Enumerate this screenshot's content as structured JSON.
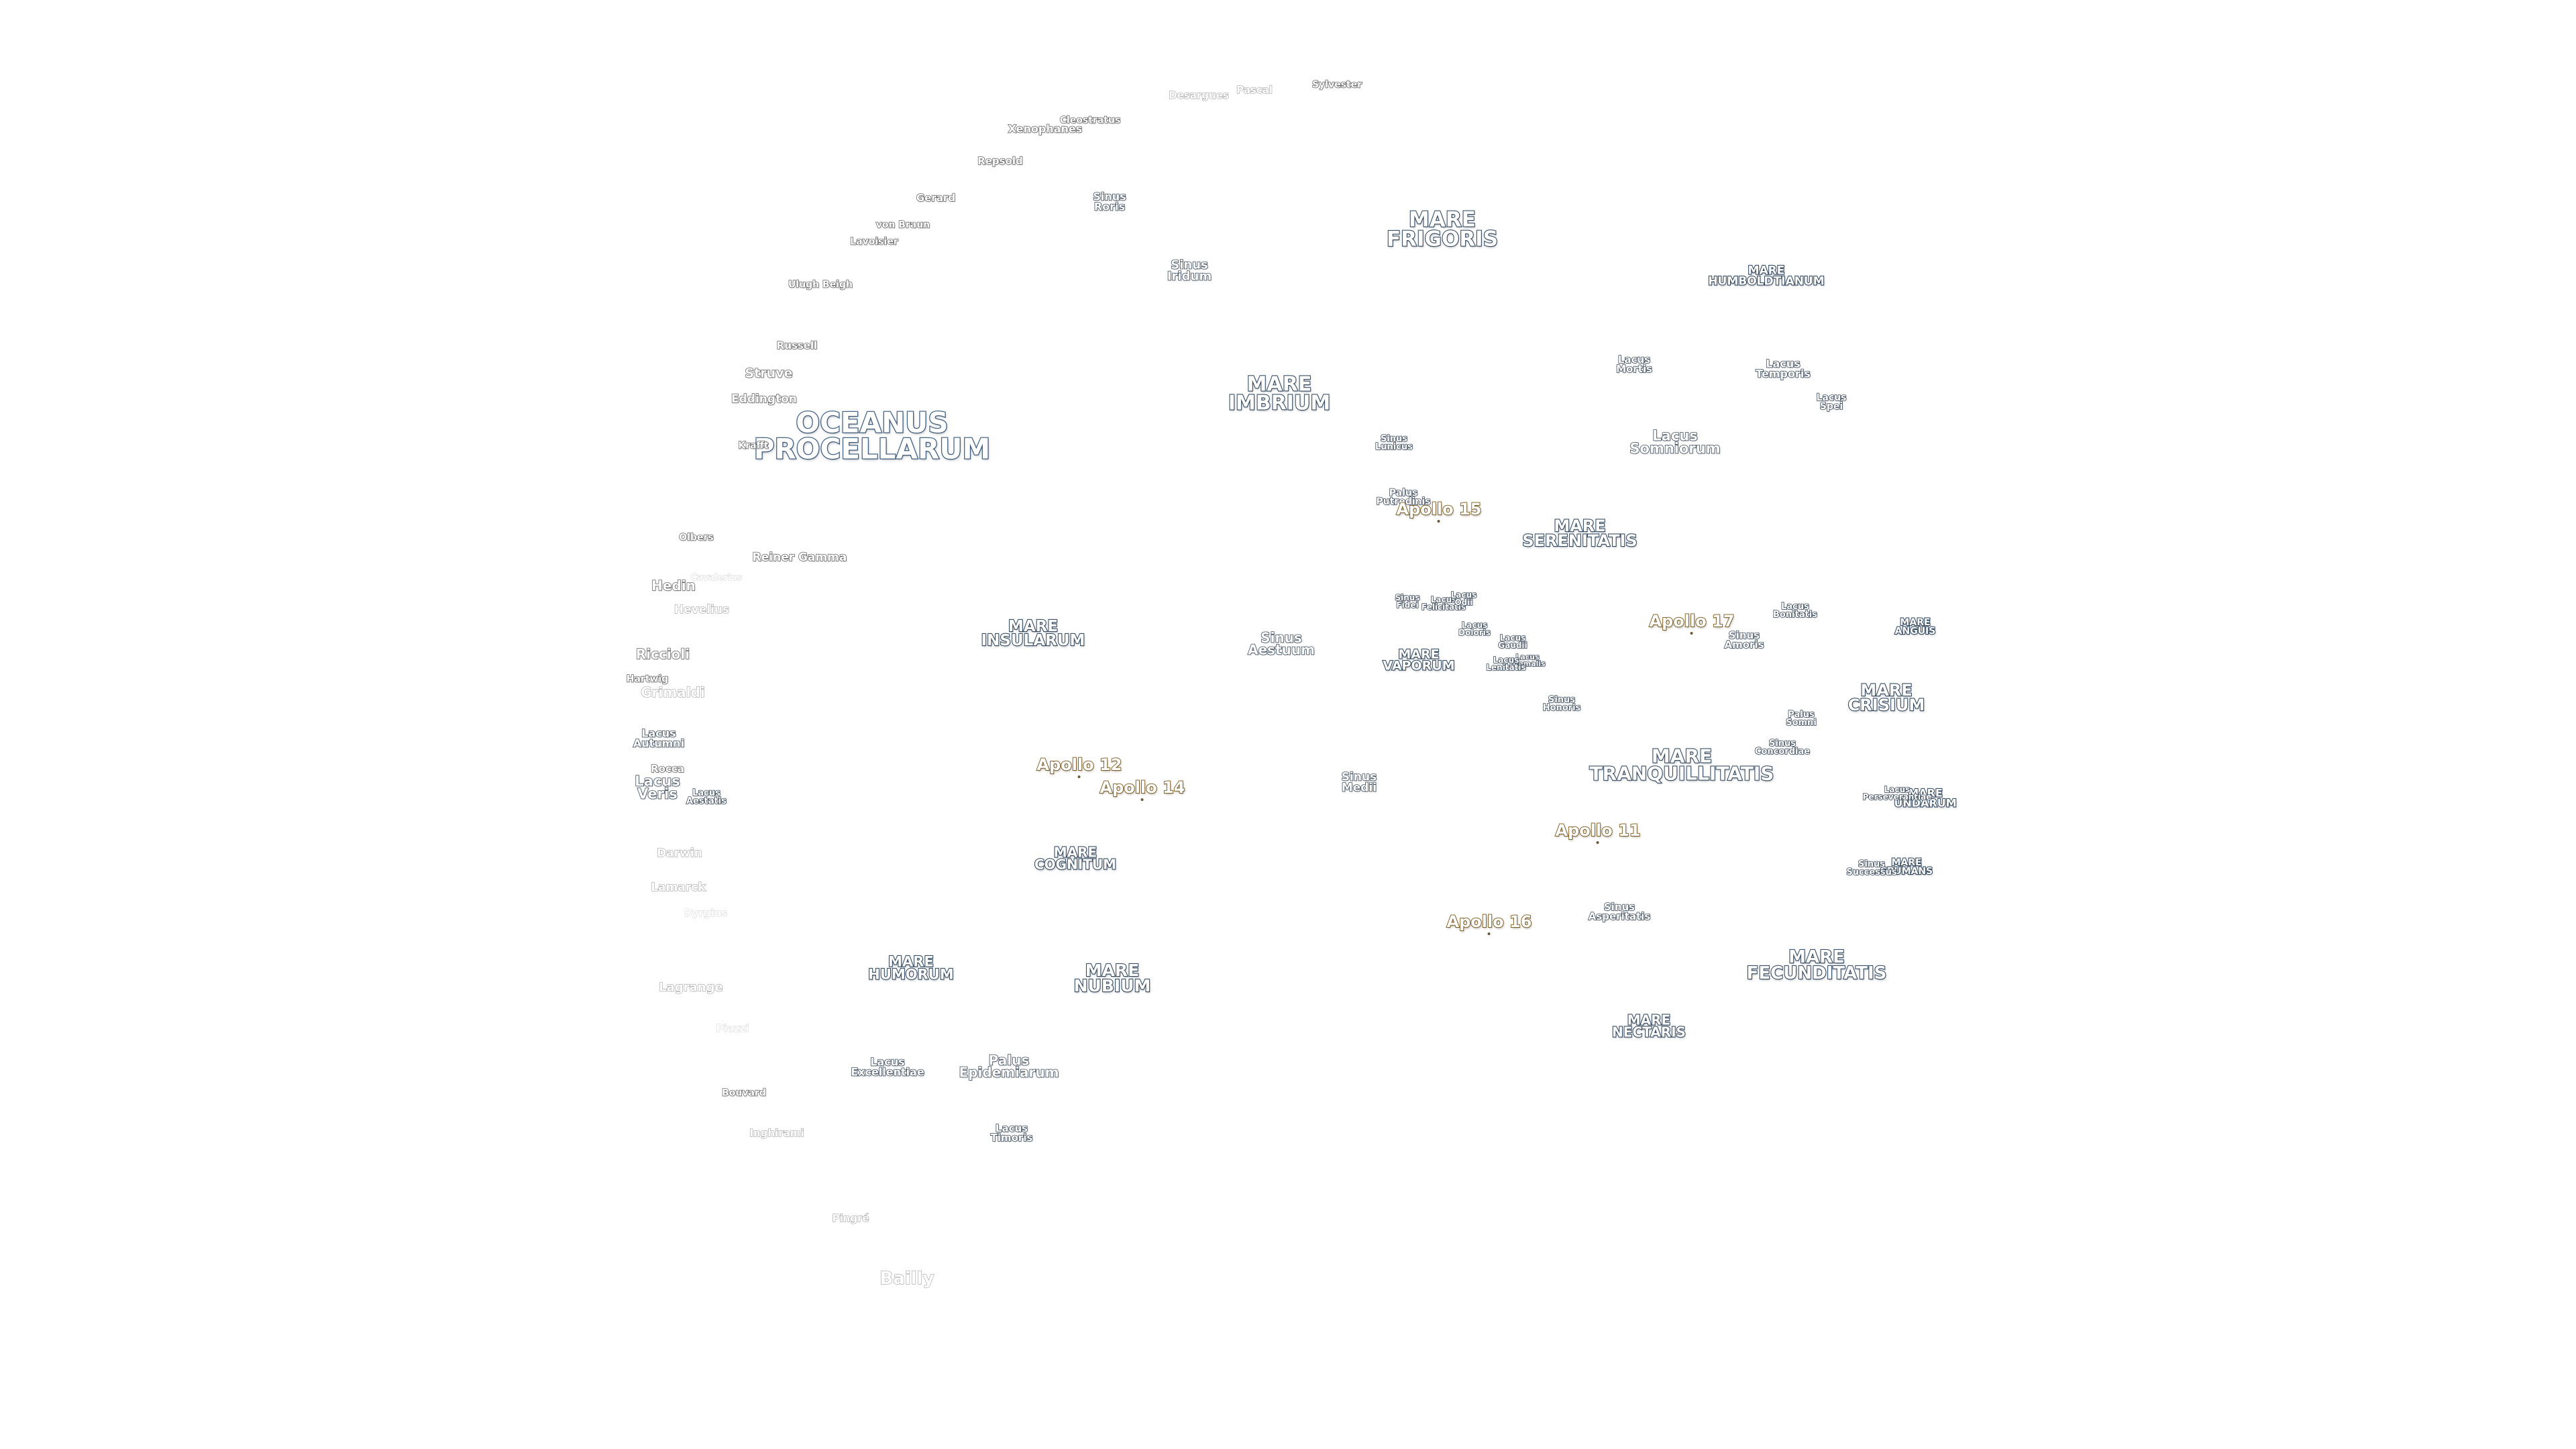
{
  "colors": {
    "background": "#ffffff",
    "mare_outline": "#3b5268",
    "ocean_outline": "#4a6a8c",
    "feature_outline": "#3e4e5e",
    "crater_outline": "#666666",
    "apollo_outline": "#8a6a2e"
  },
  "ocean": [
    {
      "id": "oceanus-procellarum",
      "text": "OCEANUS\nPROCELLARUM"
    }
  ],
  "maria": [
    {
      "id": "mare-frigoris",
      "text": "MARE\nFRIGORIS"
    },
    {
      "id": "mare-imbrium",
      "text": "MARE\nIMBRIUM"
    },
    {
      "id": "mare-serenitatis",
      "text": "MARE\nSERENITATIS"
    },
    {
      "id": "mare-tranquillitatis",
      "text": "MARE\nTRANQUILLITATIS"
    },
    {
      "id": "mare-crisium",
      "text": "MARE\nCRISIUM"
    },
    {
      "id": "mare-fecunditatis",
      "text": "MARE\nFECUNDITATIS"
    },
    {
      "id": "mare-nectaris",
      "text": "MARE\nNECTARIS"
    },
    {
      "id": "mare-nubium",
      "text": "MARE\nNUBIUM"
    },
    {
      "id": "mare-humorum",
      "text": "MARE\nHUMORUM"
    },
    {
      "id": "mare-cognitum",
      "text": "MARE\nCOGNITUM"
    },
    {
      "id": "mare-insularum",
      "text": "MARE\nINSULARUM"
    },
    {
      "id": "mare-vaporum",
      "text": "MARE\nVAPORUM"
    },
    {
      "id": "mare-humboldtianum",
      "text": "MARE\nHUMBOLDTIANUM"
    },
    {
      "id": "mare-anguis",
      "text": "MARE\nANGUIS"
    },
    {
      "id": "mare-undarum",
      "text": "MARE\nUNDARUM"
    },
    {
      "id": "mare-spumans",
      "text": "MARE\nSPUMANS"
    }
  ],
  "features": [
    {
      "id": "sinus-roris",
      "text": "Sinus\nRoris"
    },
    {
      "id": "sinus-iridum",
      "text": "Sinus\nIridum"
    },
    {
      "id": "sinus-lunicus",
      "text": "Sinus\nLunicus"
    },
    {
      "id": "palus-putredinis",
      "text": "Palus\nPutredinis"
    },
    {
      "id": "lacus-mortis",
      "text": "Lacus\nMortis"
    },
    {
      "id": "lacus-temporis",
      "text": "Lacus\nTemporis"
    },
    {
      "id": "lacus-spei",
      "text": "Lacus\nSpei"
    },
    {
      "id": "lacus-somniorum",
      "text": "Lacus\nSomniorum"
    },
    {
      "id": "sinus-fidei",
      "text": "Sinus\nFidei"
    },
    {
      "id": "lacus-felicitatis",
      "text": "Lacus\nFelicitatis"
    },
    {
      "id": "lacus-odii",
      "text": "Lacus\nOdii"
    },
    {
      "id": "lacus-doloris",
      "text": "Lacus\nDoloris"
    },
    {
      "id": "lacus-gaudii",
      "text": "Lacus\nGaudii"
    },
    {
      "id": "lacus-hiemalis",
      "text": "Lacus\nHiemalis"
    },
    {
      "id": "lacus-lenitatis",
      "text": "Lacus\nLenitatis"
    },
    {
      "id": "sinus-honoris",
      "text": "Sinus\nHonoris"
    },
    {
      "id": "sinus-aestuum",
      "text": "Sinus\nAestuum"
    },
    {
      "id": "sinus-medii",
      "text": "Sinus\nMedii"
    },
    {
      "id": "sinus-amoris",
      "text": "Sinus\nAmoris"
    },
    {
      "id": "lacus-bonitatis",
      "text": "Lacus\nBonitatis"
    },
    {
      "id": "palus-somni",
      "text": "Palus\nSomni"
    },
    {
      "id": "sinus-concordiae",
      "text": "Sinus\nConcordiae"
    },
    {
      "id": "lacus-perseverantiae",
      "text": "Lacus\nPerseverantiae"
    },
    {
      "id": "sinus-successus",
      "text": "Sinus\nSuccessus"
    },
    {
      "id": "sinus-asperitatis",
      "text": "Sinus\nAsperitatis"
    },
    {
      "id": "lacus-autumni",
      "text": "Lacus\nAutumni"
    },
    {
      "id": "lacus-veris",
      "text": "Lacus\nVeris"
    },
    {
      "id": "lacus-aestatis",
      "text": "Lacus\nAestatis"
    },
    {
      "id": "lacus-excellentiae",
      "text": "Lacus\nExcellentiae"
    },
    {
      "id": "palus-epidemiarum",
      "text": "Palus\nEpidemiarum"
    },
    {
      "id": "lacus-timoris",
      "text": "Lacus\nTimoris"
    }
  ],
  "craters": [
    {
      "id": "desargues",
      "text": "Desargues",
      "tone": "faint"
    },
    {
      "id": "pascal",
      "text": "Pascal",
      "tone": "faint"
    },
    {
      "id": "sylvester",
      "text": "Sylvester",
      "tone": "normal"
    },
    {
      "id": "xenophanes",
      "text": "Xenophanes",
      "tone": "normal"
    },
    {
      "id": "cleostratus",
      "text": "Cleostratus",
      "tone": "normal"
    },
    {
      "id": "repsold",
      "text": "Repsold",
      "tone": "normal"
    },
    {
      "id": "gerard",
      "text": "Gerard",
      "tone": "normal"
    },
    {
      "id": "von-braun",
      "text": "von Braun",
      "tone": "normal"
    },
    {
      "id": "lavoisier",
      "text": "Lavoisier",
      "tone": "normal"
    },
    {
      "id": "ulugh-beigh",
      "text": "Ulugh Beigh",
      "tone": "normal"
    },
    {
      "id": "russell",
      "text": "Russell",
      "tone": "normal"
    },
    {
      "id": "struve",
      "text": "Struve",
      "tone": "normal"
    },
    {
      "id": "eddington",
      "text": "Eddington",
      "tone": "normal"
    },
    {
      "id": "krafft",
      "text": "Krafft",
      "tone": "normal"
    },
    {
      "id": "olbers",
      "text": "Olbers",
      "tone": "normal"
    },
    {
      "id": "reiner-gamma",
      "text": "Reiner Gamma",
      "tone": "normal"
    },
    {
      "id": "hedin",
      "text": "Hedin",
      "tone": "normal"
    },
    {
      "id": "cavalerius",
      "text": "Cavalerius",
      "tone": "vfaint"
    },
    {
      "id": "hevelius",
      "text": "Hevelius",
      "tone": "faint"
    },
    {
      "id": "riccioli",
      "text": "Riccioli",
      "tone": "normal"
    },
    {
      "id": "hartwig",
      "text": "Hartwig",
      "tone": "normal"
    },
    {
      "id": "grimaldi",
      "text": "Grimaldi",
      "tone": "faint"
    },
    {
      "id": "rocca",
      "text": "Rocca",
      "tone": "normal"
    },
    {
      "id": "darwin",
      "text": "Darwin",
      "tone": "faint"
    },
    {
      "id": "lamarck",
      "text": "Lamarck",
      "tone": "faint"
    },
    {
      "id": "byrgius",
      "text": "Byrgius",
      "tone": "vfaint"
    },
    {
      "id": "lagrange",
      "text": "Lagrange",
      "tone": "faint"
    },
    {
      "id": "piazzi",
      "text": "Piazzi",
      "tone": "vfaint"
    },
    {
      "id": "bouvard",
      "text": "Bouvard",
      "tone": "normal"
    },
    {
      "id": "inghirami",
      "text": "Inghirami",
      "tone": "faint"
    },
    {
      "id": "pingre",
      "text": "Pingré",
      "tone": "faint"
    },
    {
      "id": "bailly",
      "text": "Bailly",
      "tone": "faint"
    }
  ],
  "apollo": [
    {
      "id": "apollo-11",
      "text": "Apollo 11"
    },
    {
      "id": "apollo-12",
      "text": "Apollo 12"
    },
    {
      "id": "apollo-14",
      "text": "Apollo 14"
    },
    {
      "id": "apollo-15",
      "text": "Apollo 15"
    },
    {
      "id": "apollo-16",
      "text": "Apollo 16"
    },
    {
      "id": "apollo-17",
      "text": "Apollo 17"
    }
  ]
}
